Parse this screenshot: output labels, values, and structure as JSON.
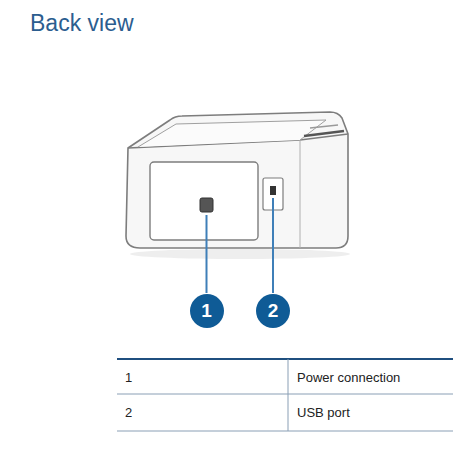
{
  "diagram": {
    "title": "Back view",
    "nodes": [
      {
        "text": [
          "1"
        ]
      },
      {
        "text": [
          "2"
        ]
      }
    ],
    "labels": [
      "1",
      "Power connection",
      "2",
      "USB port"
    ]
  }
}
